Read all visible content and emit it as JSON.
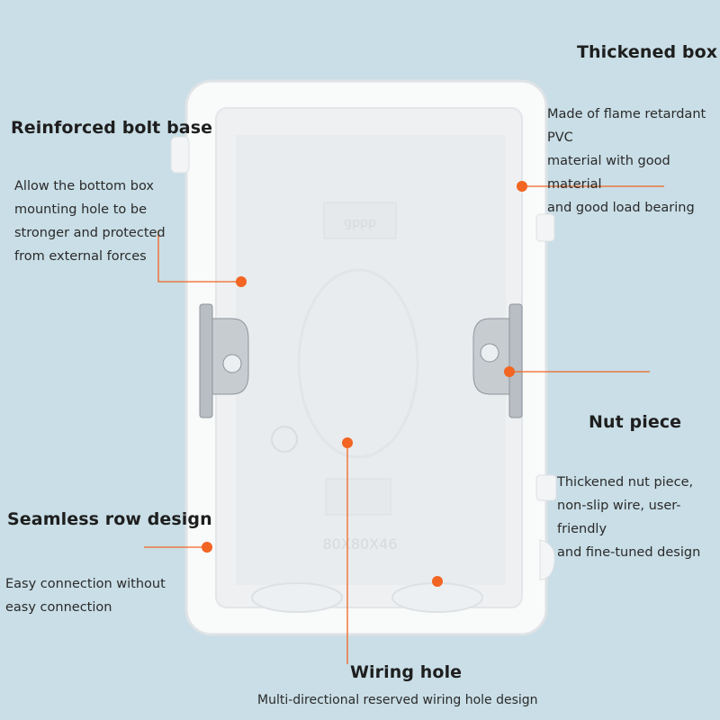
{
  "colors": {
    "background": "#c9dee6",
    "box": "#f7f8f9",
    "accent": "#f26522",
    "text": "#222222"
  },
  "box": {
    "side_label": "80X80X46",
    "brand_mark": "gppp"
  },
  "callouts": {
    "thickened_box": {
      "title": "Thickened box",
      "text": "Made of flame retardant PVC\nmaterial with good material\nand good load bearing"
    },
    "reinforced_bolt_base": {
      "title": "Reinforced bolt base",
      "text": "Allow the bottom box\nmounting hole to be\nstronger and protected\nfrom external forces"
    },
    "nut_piece": {
      "title": "Nut piece",
      "text": "Thickened nut piece,\nnon-slip wire, user-friendly\nand fine-tuned design"
    },
    "seamless_row_design": {
      "title": "Seamless row design",
      "text": "Easy connection without\neasy connection"
    },
    "wiring_hole": {
      "title": "Wiring hole",
      "text": "Multi-directional reserved wiring hole design"
    }
  }
}
